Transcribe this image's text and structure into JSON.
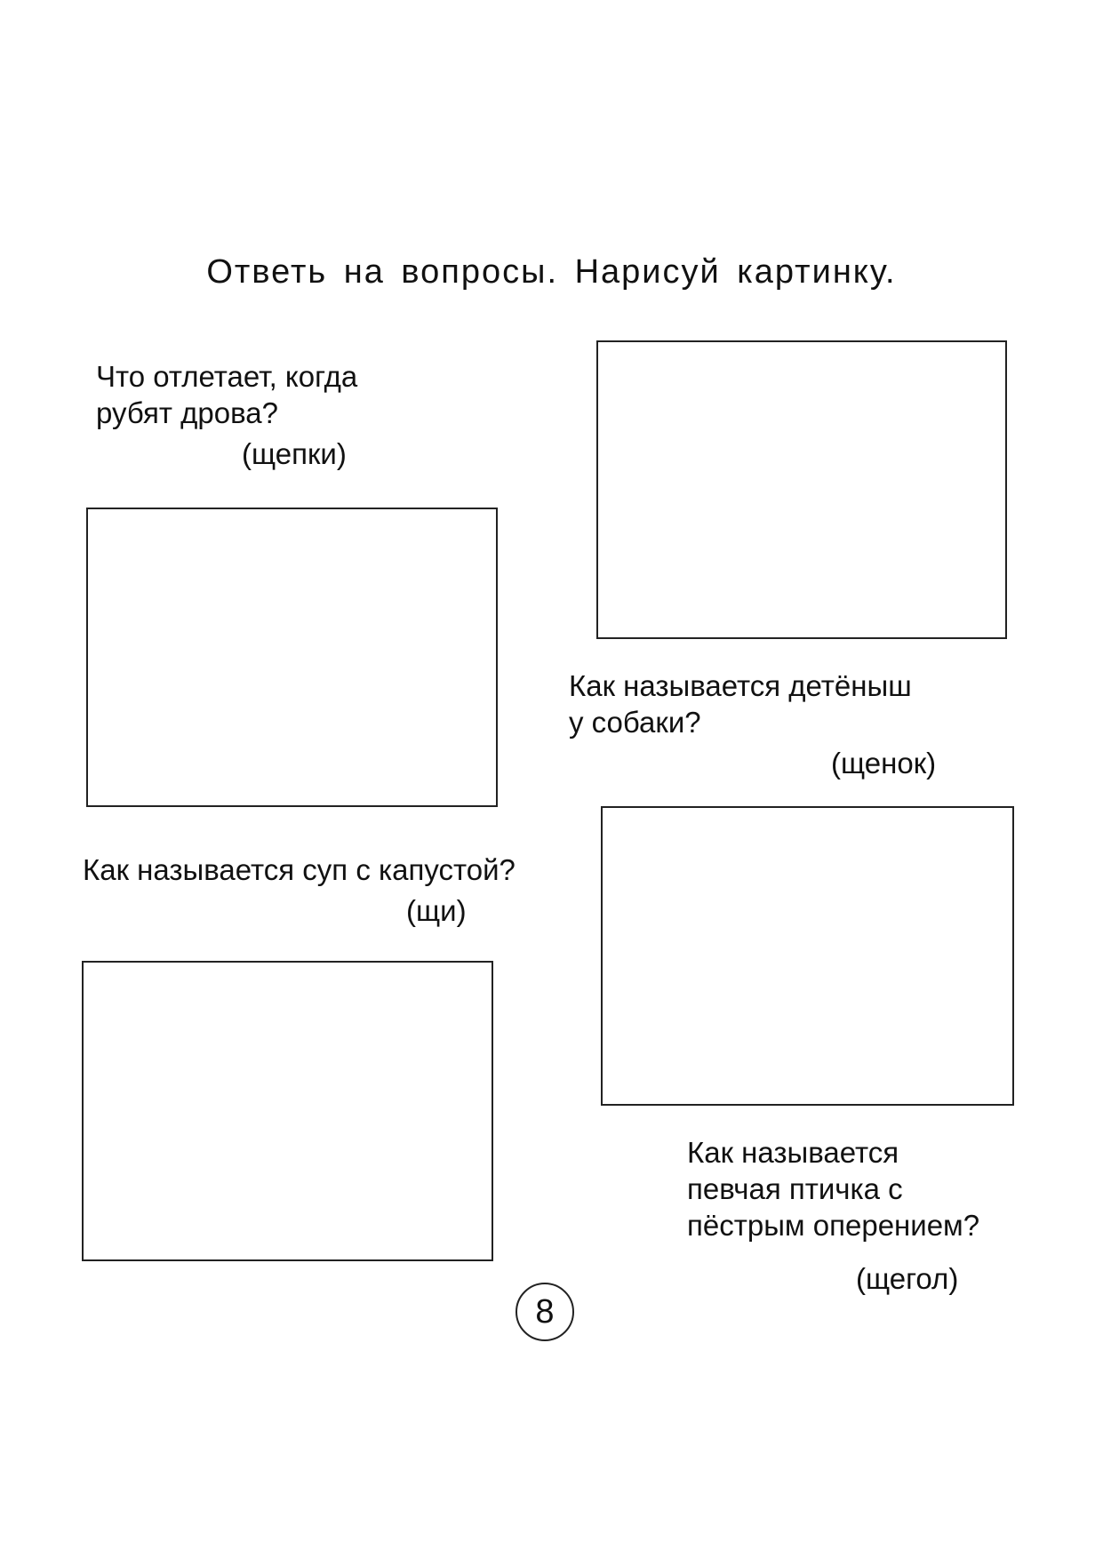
{
  "title": "Ответь на вопросы. Нарисуй картинку.",
  "questions": [
    {
      "text": "Что отлетает, когда\nрубят дрова?",
      "answer": "(щепки)"
    },
    {
      "text": "Как называется детёныш\nу собаки?",
      "answer": "(щенок)"
    },
    {
      "text": "Как называется суп с капустой?",
      "answer": "(щи)"
    },
    {
      "text": "Как называется\nпевчая птичка с\nпёстрым оперением?",
      "answer": "(щегол)"
    }
  ],
  "page_number": "8"
}
